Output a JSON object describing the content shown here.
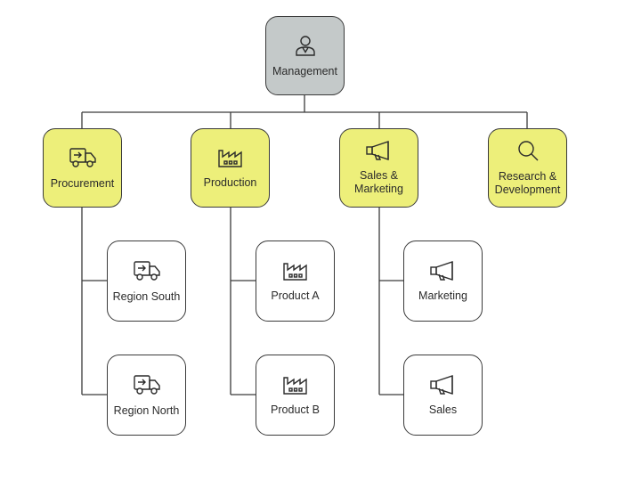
{
  "chart": {
    "root": {
      "label": "Management",
      "icon": "person-icon"
    },
    "departments": [
      {
        "label": "Procurement",
        "icon": "delivery-truck-icon",
        "children": [
          {
            "label": "Region South",
            "icon": "delivery-truck-icon"
          },
          {
            "label": "Region North",
            "icon": "delivery-truck-icon"
          }
        ]
      },
      {
        "label": "Production",
        "icon": "factory-icon",
        "children": [
          {
            "label": "Product A",
            "icon": "factory-icon"
          },
          {
            "label": "Product B",
            "icon": "factory-icon"
          }
        ]
      },
      {
        "label": "Sales &\nMarketing",
        "icon": "megaphone-icon",
        "children": [
          {
            "label": "Marketing",
            "icon": "megaphone-icon"
          },
          {
            "label": "Sales",
            "icon": "megaphone-icon"
          }
        ]
      },
      {
        "label": "Research &\nDevelopment",
        "icon": "magnifier-icon",
        "children": []
      }
    ]
  },
  "colors": {
    "root_fill": "#c4c9c9",
    "department_fill": "#edef7a",
    "subunit_fill": "#ffffff",
    "stroke": "#3a3a3a"
  }
}
